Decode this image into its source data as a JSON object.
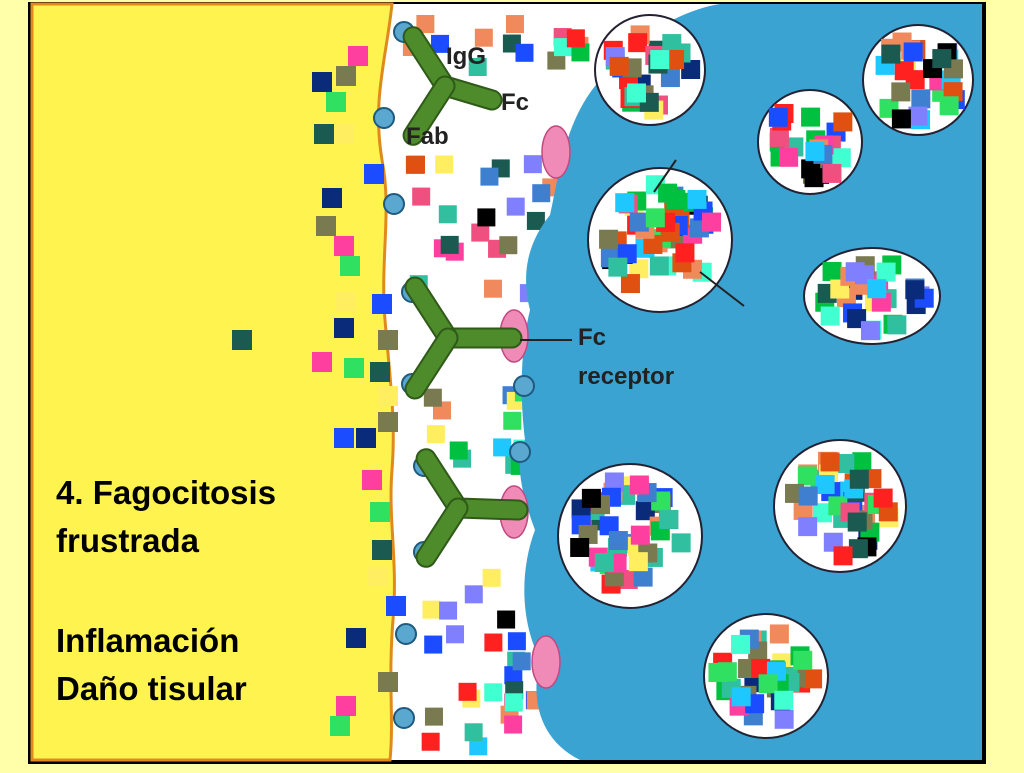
{
  "labels": {
    "igg": "IgG",
    "fc": "Fc",
    "fab": "Fab",
    "fc_receptor_line1": "Fc",
    "fc_receptor_line2": "receptor",
    "title_line1": "4. Fagocitosis",
    "title_line2": "frustrada",
    "effect_line1": "Inflamación",
    "effect_line2": "Daño tisular"
  },
  "colors": {
    "slide_background": "#ffffaa",
    "tissue_surface": "#fff44f",
    "membrane_edge": "#e08a1e",
    "interstitial_space": "#ffffff",
    "phagocyte_cytoplasm": "#3aa3d1",
    "antibody": "#4e8c2b",
    "antigen_ball": "#5aa7cf",
    "fc_receptor": "#f08ab6"
  },
  "granule_palette": [
    "#f08a5d",
    "#ff3fa0",
    "#30e060",
    "#1c4cff",
    "#1ec8ff",
    "#0a2a7a",
    "#1a5a50",
    "#7a7a50",
    "#ffee60",
    "#f05080",
    "#3e7fd0",
    "#30c0a0",
    "#e05010",
    "#00c040",
    "#40ffd0",
    "#8080ff",
    "#ff2020",
    "#000000"
  ]
}
